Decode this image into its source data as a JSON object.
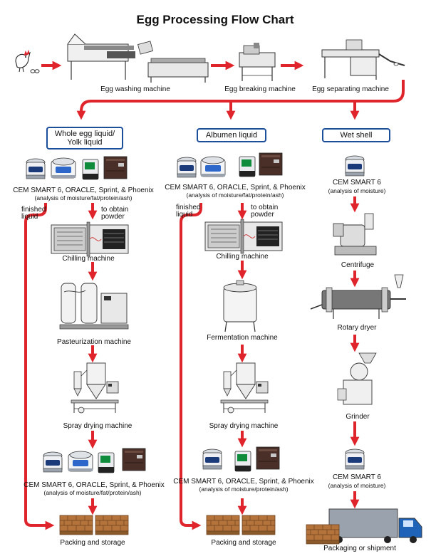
{
  "title": "Egg Processing Flow Chart",
  "top": {
    "washing": "Egg washing machine",
    "breaking": "Egg breaking machine",
    "separating": "Egg separating machine"
  },
  "col1": {
    "header": "Whole egg liquid/\nYolk liquid",
    "analyzers": "CEM SMART 6, ORACLE, Sprint, & Phoenix",
    "analysis": "(analysis of moisture/fat/protein/ash)",
    "finished": "finished\nliquid",
    "obtain": "to obtain\npowder",
    "chilling": "Chilling machine",
    "pasteurization": "Pasteurization machine",
    "spray": "Spray drying machine",
    "analyzers2": "CEM SMART 6, ORACLE, Sprint, & Phoenix",
    "analysis2": "(analysis of moisture/fat/protein/ash)",
    "packing": "Packing and storage"
  },
  "col2": {
    "header": "Albumen liquid",
    "analyzers": "CEM SMART 6, ORACLE, Sprint, & Phoenix",
    "analysis": "(analysis of moisture/fat/protein/ash)",
    "finished": "finished\nliquid",
    "obtain": "to obtain\npowder",
    "chilling": "Chilling machine",
    "fermentation": "Fermentation machine",
    "spray": "Spray drying machine",
    "analyzers2": "CEM SMART 6, ORACLE, Sprint, & Phoenix",
    "analysis2": "(analysis of moisture/protein/ash)",
    "packing": "Packing and storage"
  },
  "col3": {
    "header": "Wet shell",
    "analyzer": "CEM SMART 6",
    "analysis": "(analysis of moisture)",
    "centrifuge": "Centrifuge",
    "dryer": "Rotary dryer",
    "grinder": "Grinder",
    "analyzer2": "CEM SMART 6",
    "analysis2": "(analysis of moisture)",
    "packaging": "Packaging or shipment"
  },
  "colors": {
    "arrow": "#e0242b",
    "box": "#1b4f9c",
    "crate": "#b5733c",
    "truck": "#1e63b8"
  }
}
